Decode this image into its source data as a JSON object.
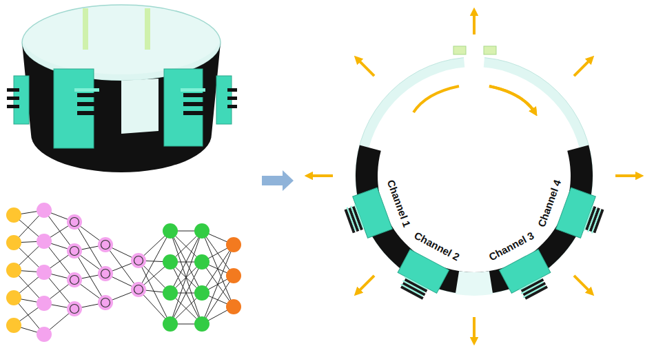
{
  "diagram": {
    "labels": [
      "Channel 1",
      "Channel 2",
      "Channel 3",
      "Channel 4"
    ]
  }
}
